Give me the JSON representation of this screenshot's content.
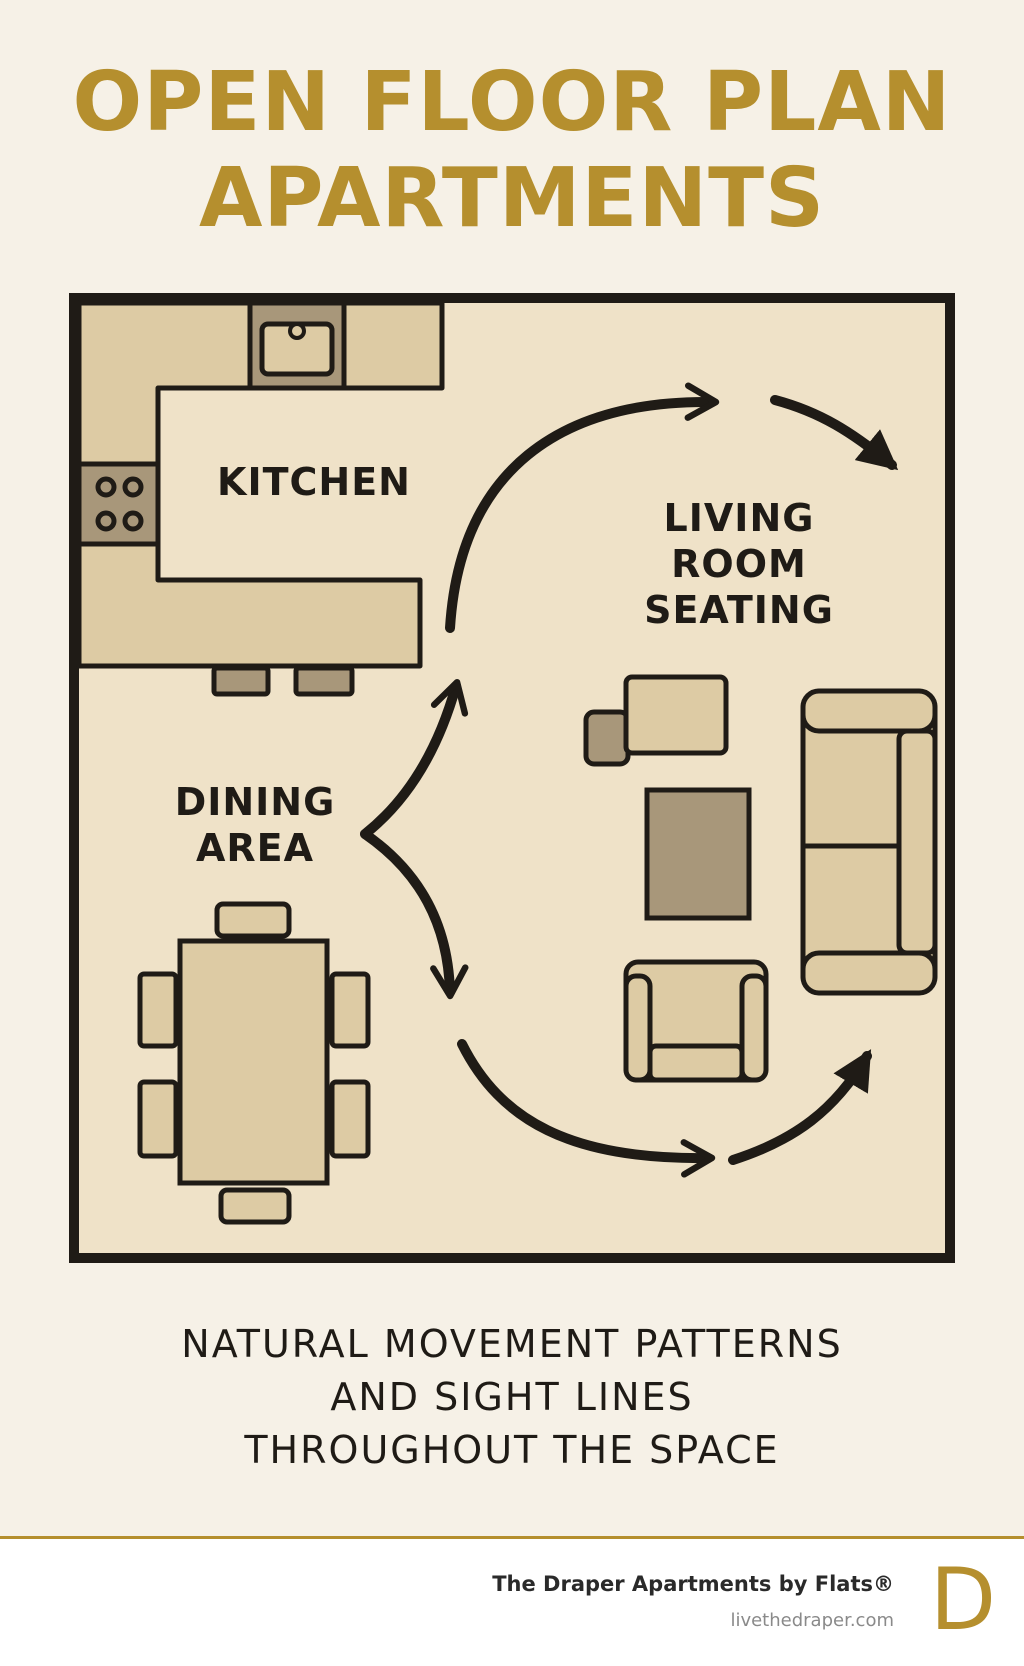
{
  "title": {
    "line1": "OPEN FLOOR PLAN",
    "line2": "APARTMENTS"
  },
  "plan": {
    "rooms": {
      "kitchen": "KITCHEN",
      "living": [
        "LIVING",
        "ROOM",
        "SEATING"
      ],
      "dining": [
        "DINING",
        "AREA"
      ]
    }
  },
  "caption": {
    "line1": "NATURAL MOVEMENT PATTERNS",
    "line2": "AND SIGHT LINES",
    "line3": "THROUGHOUT THE SPACE"
  },
  "footer": {
    "brand": "The Draper Apartments by Flats®",
    "url": "livethedraper.com",
    "logo_letter": "D"
  },
  "colors": {
    "accent_gold": "#b58f2e",
    "floor": "#efe2c8",
    "furniture": "#ddcba4",
    "dark_accent": "#a8977a",
    "outline": "#1f1b16"
  }
}
